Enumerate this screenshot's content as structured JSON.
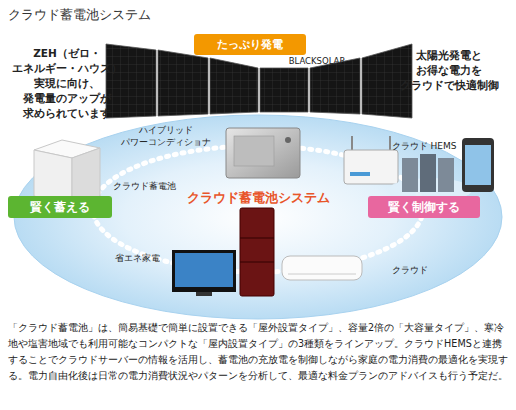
{
  "diagram": {
    "title": "クラウド蓄電池システム",
    "caption": "「クラウド蓄電池」は、簡易基礎で簡単に設置できる「屋外設置タイプ」、容量2倍の「大容量タイプ」、寒冷地や塩害地域でも利用可能なコンパクトな「屋内設置タイプ」の3種類をラインアップ。クラウドHEMSと連携することでクラウドサーバーの情報を活用し、蓄電池の充放電を制御しながら家庭の電力消費の最適化を実現する。電力自由化後は日常の電力消費状況やパターンを分析して、最適な料金プランのアドバイスも行う予定だ。",
    "nodes": [
      {
        "text": [
          "たっぷり発電"
        ]
      },
      {
        "text": [
          "クラウド蓄電池システム"
        ]
      },
      {
        "text": [
          "賢く蓄える"
        ]
      },
      {
        "text": [
          "賢く制御する"
        ]
      }
    ],
    "labels": [
      "BLACKSOLAR",
      "ZEH（ゼロ・ エネルギー・ハウス） 実現に向け、 発電量のアップが 求められています",
      "太陽光発電と お得な電力を クラウドで快適制御",
      "ハイブリッド パワーコンディショナ",
      "クラウド HEMS",
      "クラウド蓄電池",
      "省エネ家電",
      "クラウド"
    ]
  }
}
